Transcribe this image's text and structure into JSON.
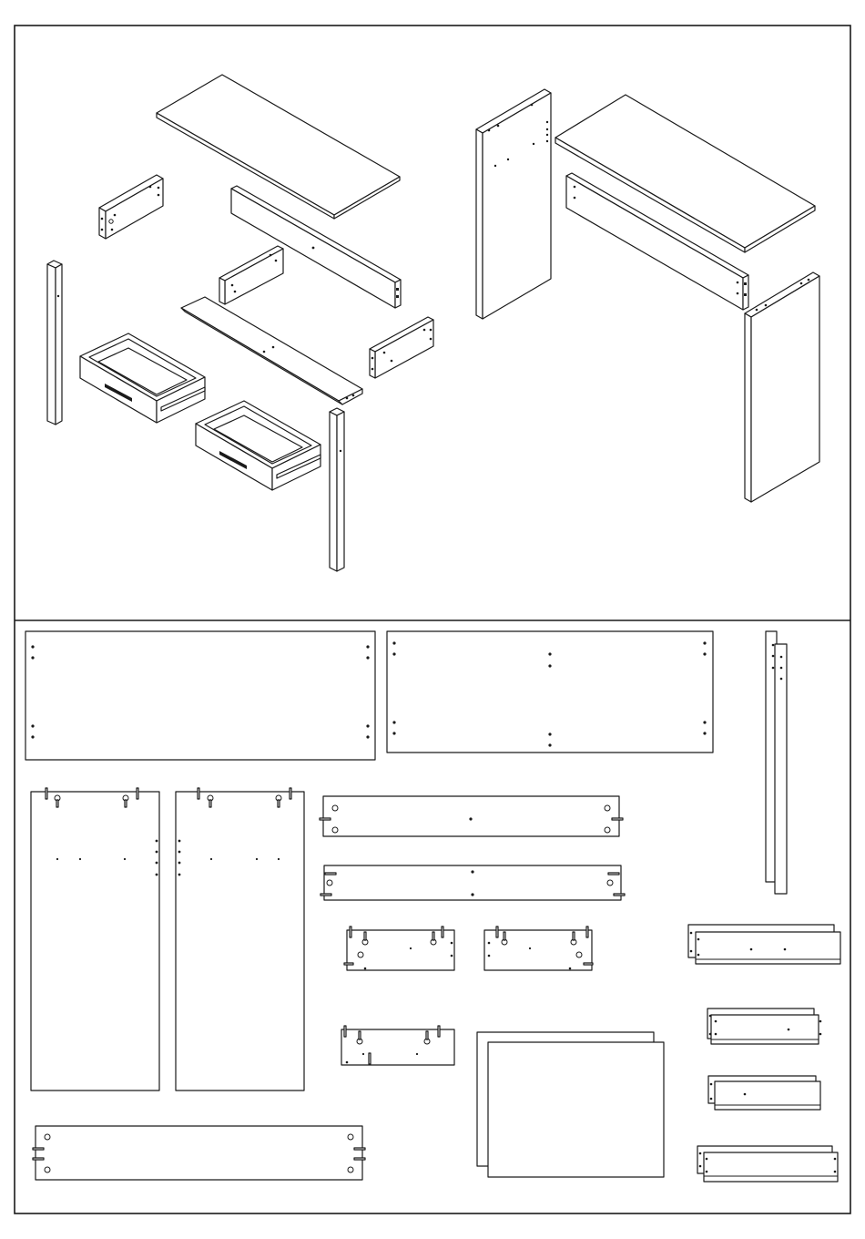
{
  "sheet": {
    "type": "assembly-instruction-parts-overview",
    "sections": [
      "exploded-view",
      "parts-layout"
    ],
    "colors": {
      "line": "#1a1a1a",
      "paper": "#ffffff"
    }
  },
  "exploded_view": {
    "left_assembly": {
      "parts": [
        "top-panel",
        "back-rail",
        "front-rail",
        "side-rail-left",
        "side-rail-small",
        "side-rail-right",
        "leg-left",
        "leg-right",
        "drawer-1",
        "drawer-2"
      ]
    },
    "right_assembly": {
      "parts": [
        "side-panel-left",
        "top-panel",
        "back-panel",
        "side-panel-right"
      ]
    }
  },
  "parts_layout": {
    "parts": [
      "panel-large-a",
      "panel-large-b",
      "leg-pair",
      "side-panel-a",
      "side-panel-b",
      "rail-long-a",
      "rail-long-b",
      "rail-long-c",
      "bracket-a",
      "bracket-b",
      "bracket-c",
      "drawer-bottom-pair",
      "drawer-back-pair",
      "drawer-side-pair-a",
      "drawer-side-pair-b",
      "drawer-front-pair"
    ]
  }
}
